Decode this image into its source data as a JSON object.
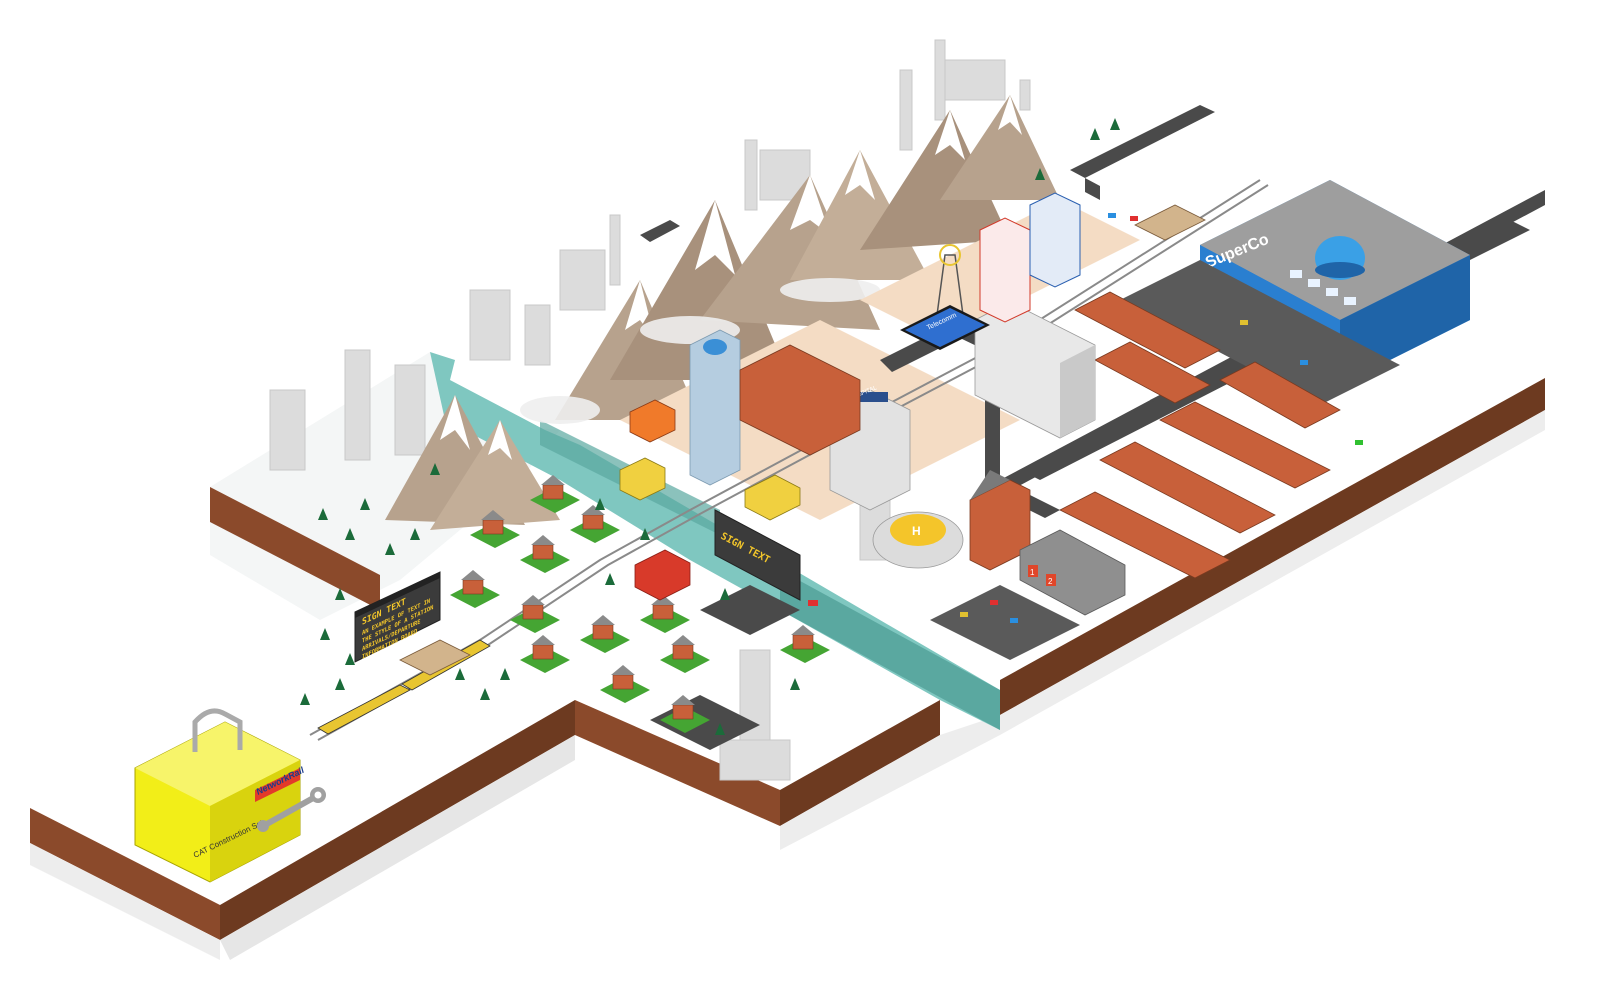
{
  "scene": {
    "description_free": true,
    "palette": {
      "snow": "#ffffff",
      "snow_shade": "#eef2f2",
      "earth": "#8b4a2b",
      "earth_dark": "#5e2f19",
      "water": "#7fc7c0",
      "water_dark": "#4e9a93",
      "road": "#4a4a4a",
      "brick": "#c8603a",
      "roof": "#7a7a7a",
      "grass": "#45a533",
      "tree": "#1b6b3a",
      "mountain": "#b7a28d",
      "supermarket_blue": "#1e74c8",
      "toolbox_yellow": "#f2ee18",
      "sign_board": "#3b3b3b"
    }
  },
  "signs": {
    "big_board_title": "SIGN TEXT",
    "big_board_lines": [
      "AN EXAMPLE OF TEXT IN",
      "THE STYLE OF A STATION",
      "ARRIVALS/DEPARTURE",
      "INFORMATION BOARD"
    ],
    "wall_sign": "SIGN TEXT"
  },
  "buildings": {
    "supermarket": "SuperCo",
    "tower_sign": "Telecomm",
    "hospital_sign": "HOSPITAL",
    "garage_bay_1": "1",
    "garage_bay_2": "2",
    "heli_mark": "H"
  },
  "toolbox": {
    "brand": "NetworkRail",
    "caption": "CAT Construction Set"
  }
}
